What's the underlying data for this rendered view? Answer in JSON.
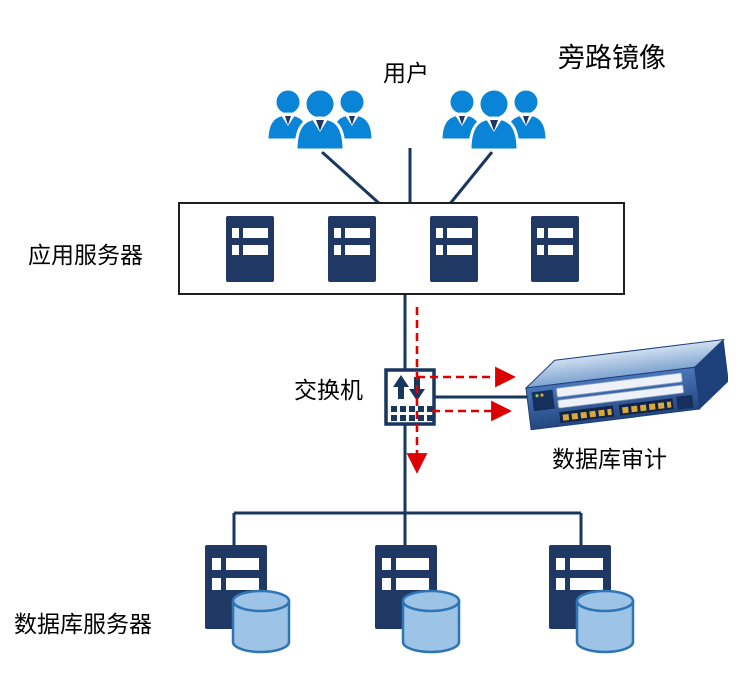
{
  "diagram": {
    "title": "旁路镜像",
    "nodes": {
      "users_label": "用户",
      "app_server_label": "应用服务器",
      "switch_label": "交换机",
      "audit_label": "数据库审计",
      "db_server_label": "数据库服务器"
    },
    "counts": {
      "user_groups": 2,
      "users_per_group": 3,
      "app_servers": 4,
      "db_servers": 3
    },
    "colors": {
      "user_blue": "#0a84d6",
      "server_navy": "#1f3864",
      "line_navy": "#17375e",
      "mirror_red": "#dd0000",
      "db_cylinder_fill": "#9dc3e6",
      "db_cylinder_stroke": "#2e75b6",
      "appliance_blue": "#2d5da8"
    }
  }
}
